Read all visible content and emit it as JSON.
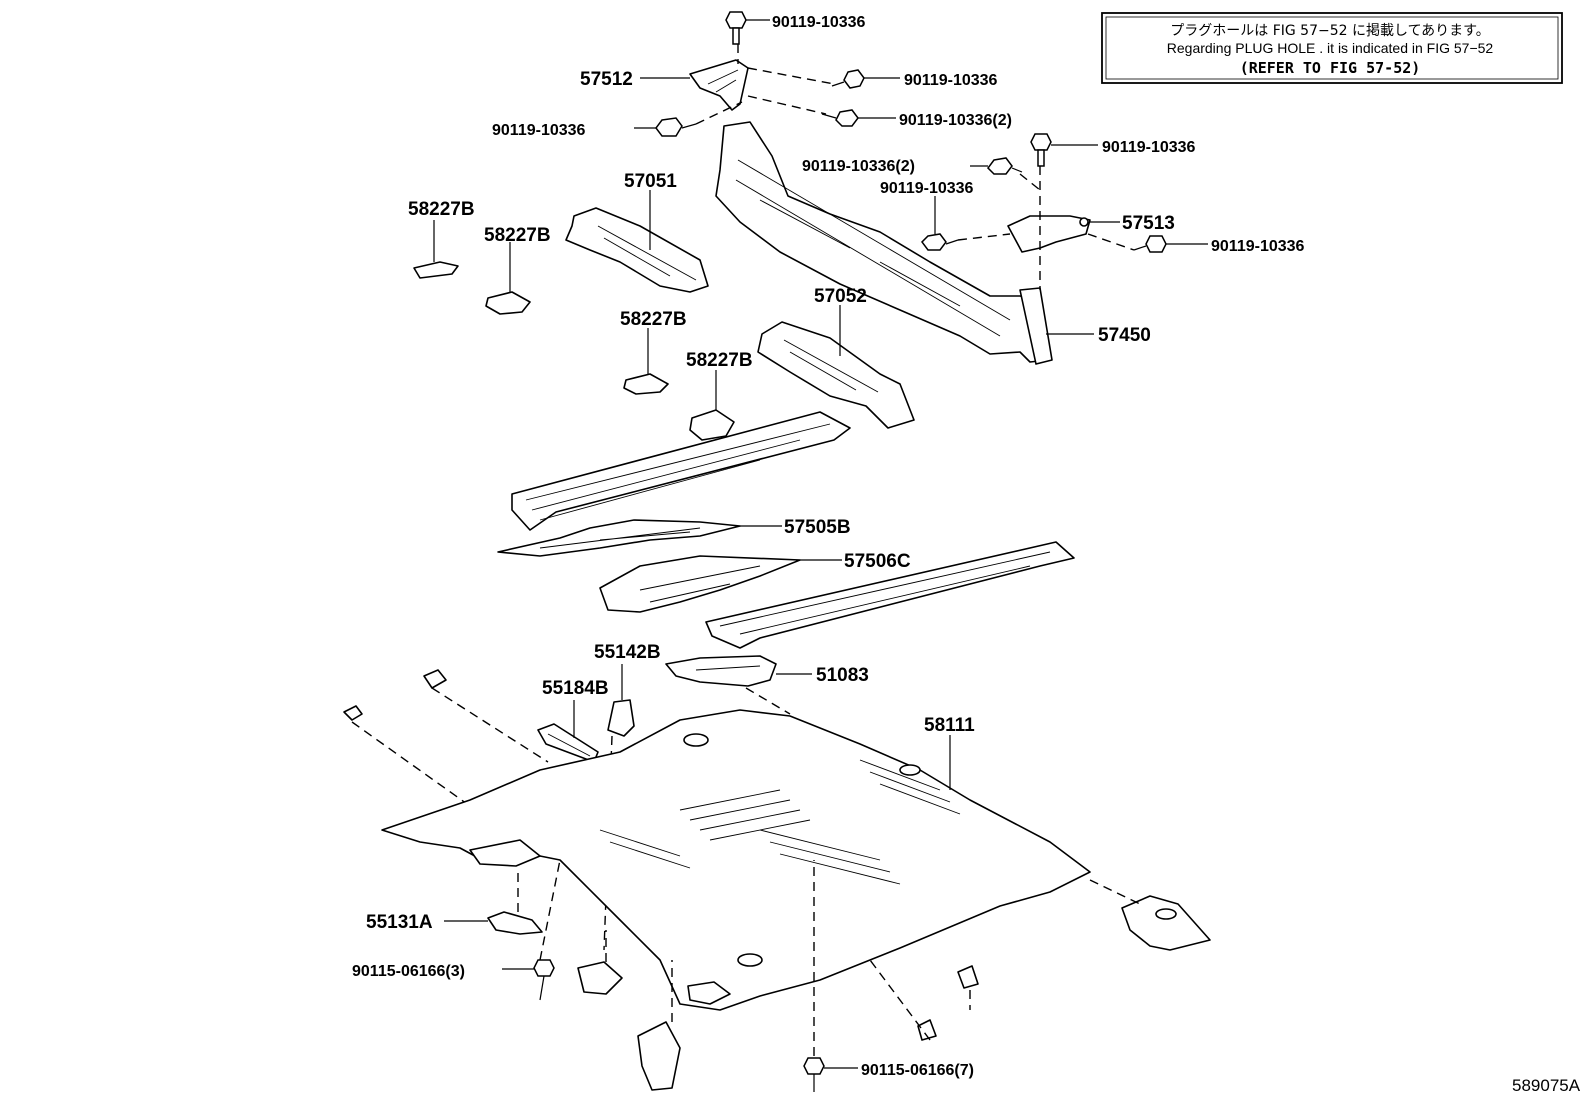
{
  "note": {
    "line1": "プラグホールは FIG 57−52 に掲載してあります。",
    "line2": "Regarding  PLUG  HOLE . it is indicated in FIG  57−52",
    "line3": "(REFER TO FIG 57-52)"
  },
  "figure_id": "589075A",
  "labels": {
    "b1": "90119-10336",
    "b2": "90119-10336",
    "b3": "90119-10336(2)",
    "b4": "90119-10336",
    "b5": "90119-10336",
    "b6": "90119-10336(2)",
    "b7": "90119-10336",
    "b8": "90119-10336",
    "p57512": "57512",
    "p57513": "57513",
    "p57450": "57450",
    "p57051": "57051",
    "p57052": "57052",
    "p58227a": "58227B",
    "p58227b": "58227B",
    "p58227c": "58227B",
    "p58227d": "58227B",
    "p57505": "57505B",
    "p57506": "57506C",
    "p55142": "55142B",
    "p55184": "55184B",
    "p51083": "51083",
    "p58111": "58111",
    "p55131": "55131A",
    "s1": "90115-06166(3)",
    "s2": "90115-06166(7)"
  }
}
